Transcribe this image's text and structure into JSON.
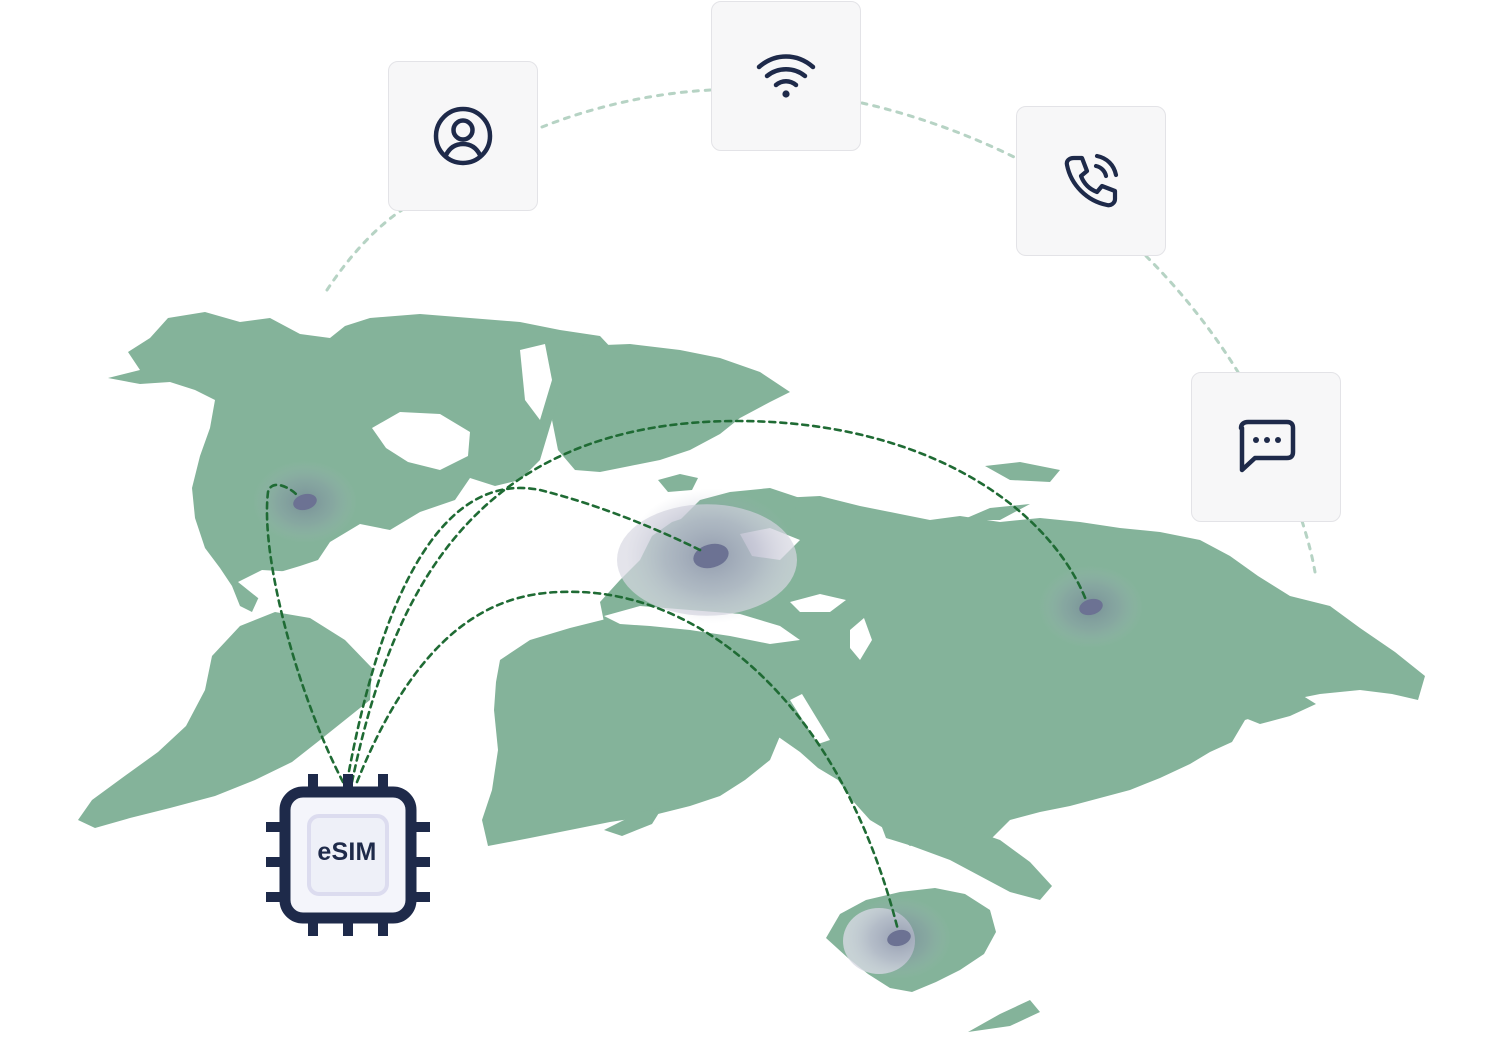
{
  "esim": {
    "label": "eSIM"
  },
  "services": [
    {
      "id": "profile",
      "icon": "user-circle-icon"
    },
    {
      "id": "wifi",
      "icon": "wifi-icon"
    },
    {
      "id": "call",
      "icon": "phone-call-icon"
    },
    {
      "id": "chat",
      "icon": "chat-bubble-icon"
    }
  ],
  "destinations": [
    "north-america",
    "europe",
    "russia",
    "australia"
  ],
  "colors": {
    "land": "#84b39a",
    "route": "#1f6b34",
    "orbit": "#b6d3c4",
    "chip": "#1e2a4a",
    "hotspot": "#6c7293",
    "card_bg": "#f7f7f8",
    "card_border": "#e3e3e7"
  }
}
